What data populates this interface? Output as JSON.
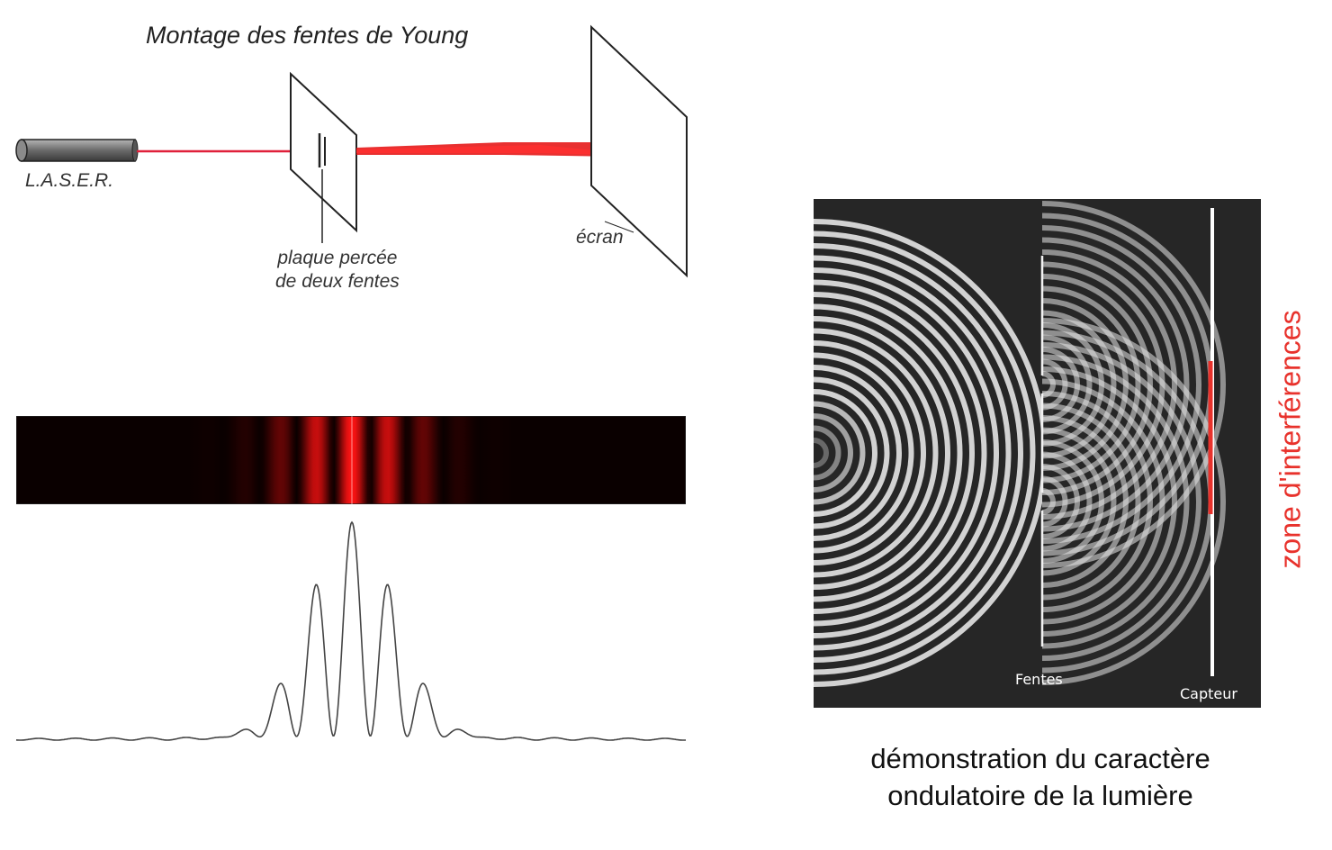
{
  "setup": {
    "title": "Montage des fentes de Young",
    "laser_label": "L.A.S.E.R.",
    "plate_label_line1": "plaque percée",
    "plate_label_line2": "de deux fentes",
    "screen_label": "écran"
  },
  "simulation": {
    "slits_label": "Fentes",
    "sensor_label": "Capteur",
    "zone_label": "zone d'interférences"
  },
  "caption": {
    "line1": "démonstration du caractère",
    "line2": "ondulatoire de la lumière"
  },
  "colors": {
    "laser_beam": "#e0203a",
    "fringe_red": "#ff1010",
    "zone_marker": "#e8322c",
    "sim_background": "#262626"
  }
}
